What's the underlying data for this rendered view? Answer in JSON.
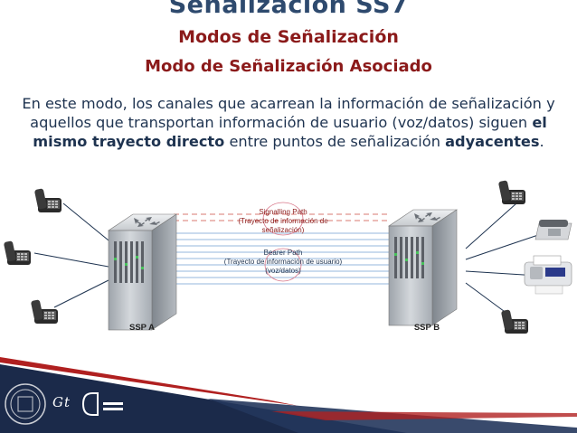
{
  "header": {
    "title": "Señalización SS7",
    "subtitle": "Modos de Señalización",
    "section": "Modo de Señalización Asociado"
  },
  "body": {
    "part1": "En este modo, los canales que acarrean la información de señalización y aquellos que transportan información de usuario (voz/datos) siguen ",
    "bold1": "el mismo trayecto directo",
    "part2": " entre puntos de señalización ",
    "bold2": "adyacentes",
    "part3": "."
  },
  "diagram": {
    "signalling_path": [
      "Signalling Path",
      "(Trayecto de información de",
      "señalización)"
    ],
    "bearer_path": [
      "Bearer Path",
      "(Trayecto de información de usuario)",
      "(voz/datos)"
    ],
    "ssp_a": "SSP A",
    "ssp_b": "SSP B",
    "colors": {
      "signalling": "#c0302a",
      "bearer": "#2e7bbf"
    }
  },
  "footer": {
    "logo_text": "Gt",
    "colors": {
      "navy": "#1b2a4a",
      "red": "#b02020"
    }
  }
}
